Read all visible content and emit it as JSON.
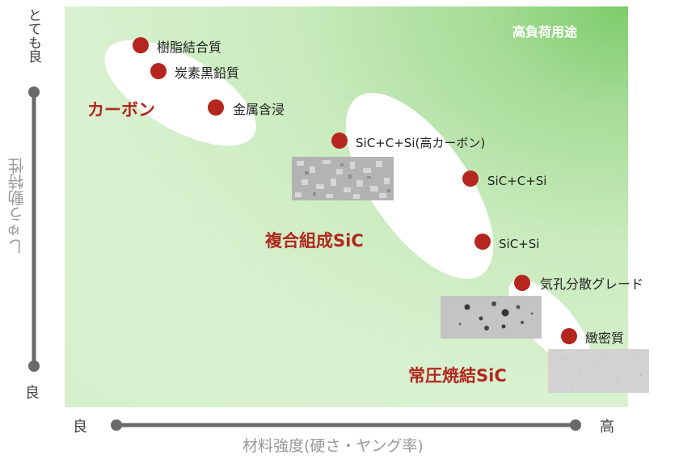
{
  "diagram": {
    "corner_label": "高負荷用途",
    "groups": {
      "carbon": "カーボン",
      "composite": "複合組成SiC",
      "sintered": "常圧焼結SiC"
    },
    "points": [
      {
        "id": "resin",
        "label": "樹脂結合質"
      },
      {
        "id": "carbon-graphite",
        "label": "炭素黒鉛質"
      },
      {
        "id": "metal-impreg",
        "label": "金属含浸"
      },
      {
        "id": "sic-c-si-high",
        "label": "SiC+C+Si(高カーボン)"
      },
      {
        "id": "sic-c-si",
        "label": "SiC+C+Si"
      },
      {
        "id": "sic-si",
        "label": "SiC+Si"
      },
      {
        "id": "porous",
        "label": "気孔分散グレード"
      },
      {
        "id": "dense",
        "label": "緻密質"
      }
    ]
  },
  "axes": {
    "x_title": "材料強度(硬さ・ヤング率)",
    "x_low": "良",
    "x_high": "高",
    "y_title": "しゅう動特性",
    "y_low": "良",
    "y_high": "とても良"
  },
  "colors": {
    "point": "#b5261e",
    "group_text": "#b0281e",
    "axis_line": "#6a6a6a",
    "axis_title": "#9a9a9a"
  }
}
